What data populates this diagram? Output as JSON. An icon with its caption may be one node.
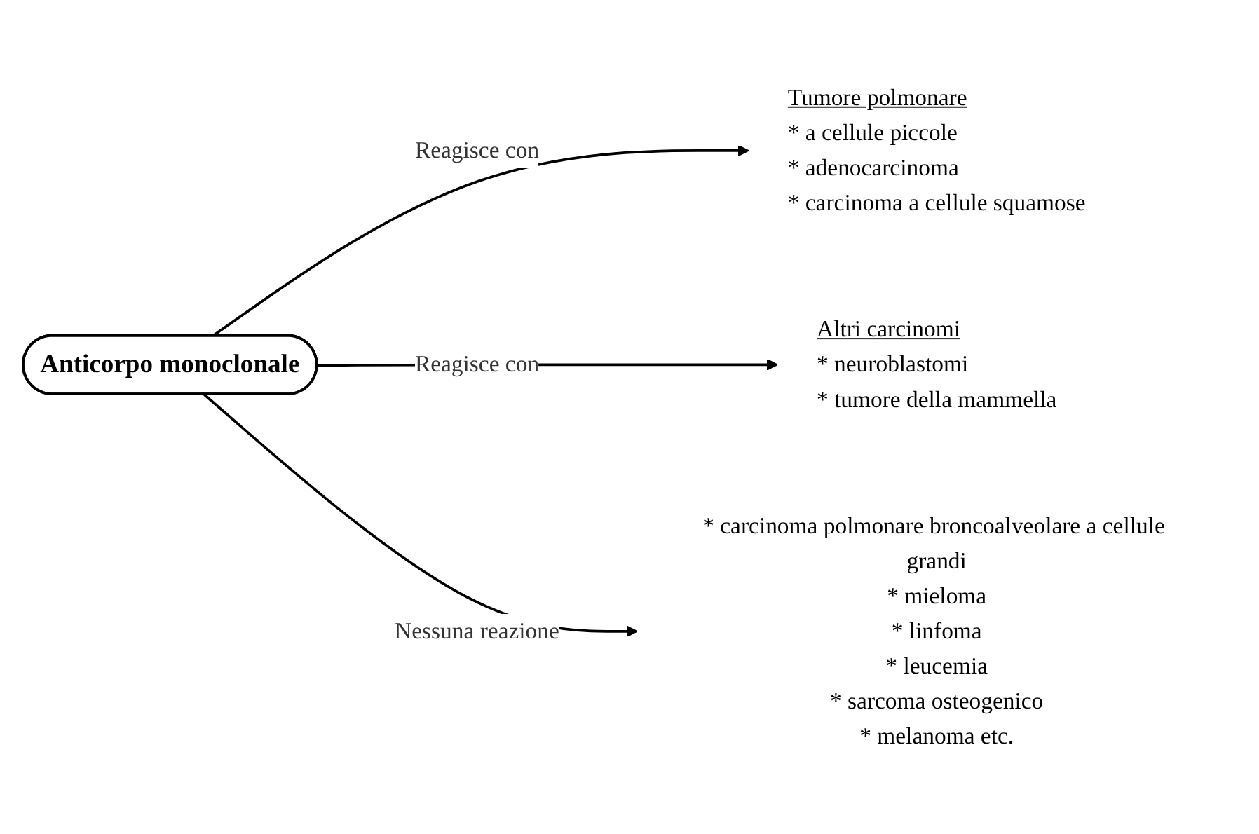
{
  "diagram": {
    "nodes": [
      {
        "text": [
          "Anticorpo monoclonale"
        ]
      },
      {
        "text": [
          "Tumore polmonare",
          "* a cellule piccole",
          "* adenocarcinoma",
          "* carcinoma a cellule squamose"
        ]
      },
      {
        "text": [
          "Altri carcinomi",
          "* neuroblastomi",
          "* tumore della mammella"
        ]
      },
      {
        "text": [
          "* carcinoma polmonare broncoalveolare a cellule grandi",
          "* mieloma",
          "* linfoma",
          "* leucemia",
          "* sarcoma osteogenico",
          "* melanoma etc."
        ]
      }
    ],
    "edges": [
      {
        "from": 0,
        "to": 1,
        "arrow": "to",
        "label": "Reagisce con"
      },
      {
        "from": 0,
        "to": 2,
        "arrow": "to",
        "label": "Reagisce con"
      },
      {
        "from": 0,
        "to": 3,
        "arrow": "to",
        "label": "Nessuna reazione"
      }
    ]
  }
}
